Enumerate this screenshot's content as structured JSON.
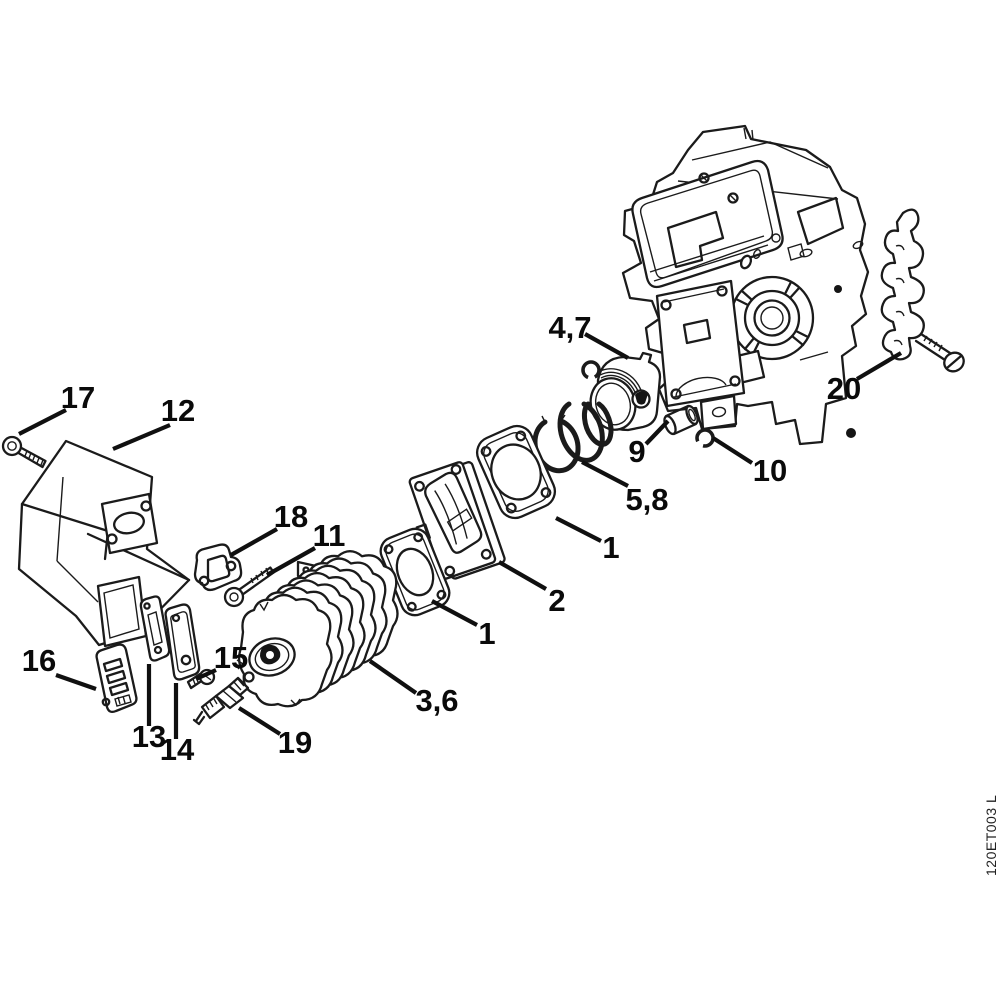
{
  "diagram": {
    "background": "#ffffff",
    "line_color": "#1b1b1b",
    "drawing_code": "120ET003 L",
    "labels": [
      {
        "ref": "17",
        "points_to": "muffler-mount-screw"
      },
      {
        "ref": "12",
        "points_to": "muffler"
      },
      {
        "ref": "18",
        "points_to": "exhaust-gasket"
      },
      {
        "ref": "11",
        "points_to": "muffler-bolt"
      },
      {
        "ref": "16",
        "points_to": "spark-arrester-screen"
      },
      {
        "ref": "13",
        "points_to": "cover-plate"
      },
      {
        "ref": "14",
        "points_to": "backing-plate"
      },
      {
        "ref": "15",
        "points_to": "screen-screw"
      },
      {
        "ref": "19",
        "points_to": "spark-plug"
      },
      {
        "ref": "3,6",
        "points_to": "cylinder"
      },
      {
        "ref": "1",
        "points_to": "cylinder-gasket-front"
      },
      {
        "ref": "2",
        "points_to": "heat-insulating-plate"
      },
      {
        "ref": "1",
        "points_to": "cylinder-gasket-rear"
      },
      {
        "ref": "5,8",
        "points_to": "piston-rings"
      },
      {
        "ref": "4,7",
        "points_to": "piston"
      },
      {
        "ref": "9",
        "points_to": "piston-pin"
      },
      {
        "ref": "10",
        "points_to": "circlip"
      },
      {
        "ref": "20",
        "points_to": "retainer-strip-and-bolt"
      }
    ]
  }
}
